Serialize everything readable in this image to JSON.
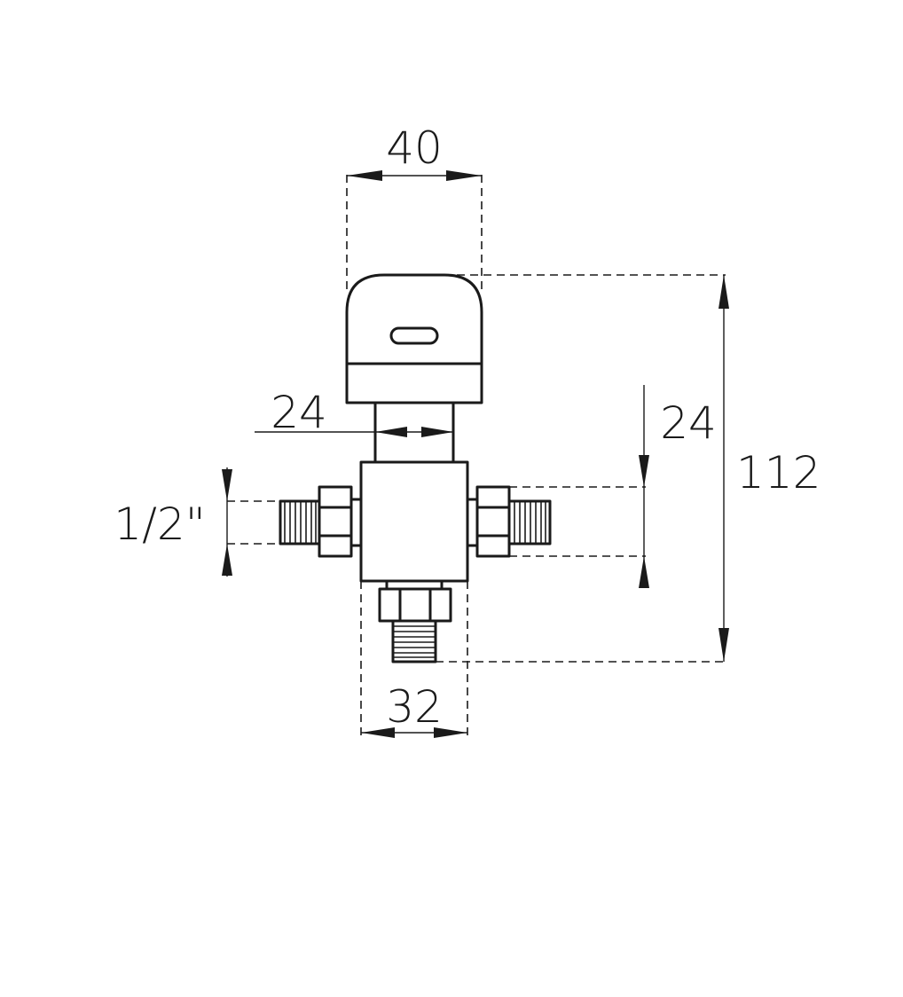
{
  "dimensions": {
    "top_width": "40",
    "stem_width": "24",
    "inlet_spacing": "24",
    "total_height": "112",
    "thread_size": "1/2\"",
    "body_width": "32"
  },
  "colors": {
    "line": "#1a1a1a",
    "background": "#ffffff"
  }
}
